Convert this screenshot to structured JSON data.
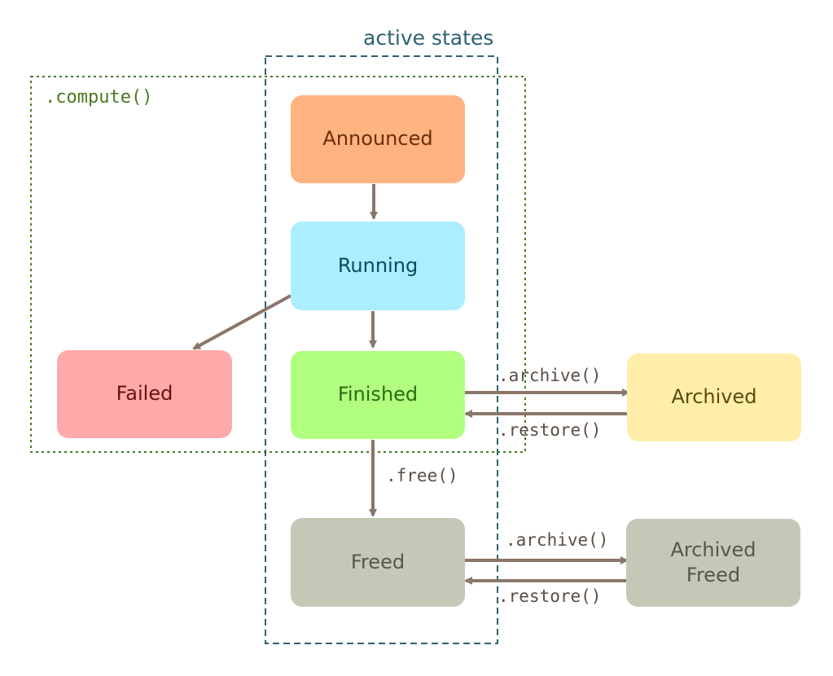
{
  "regions": {
    "active_states": {
      "label": "active states",
      "color": "#2e6272"
    },
    "compute": {
      "label": ".compute()",
      "color": "#4a7a1e"
    }
  },
  "nodes": {
    "announced": {
      "label": "Announced",
      "fill": "#ffb380",
      "text": "#6b2e0a"
    },
    "running": {
      "label": "Running",
      "fill": "#aaeeff",
      "text": "#0b4a5c"
    },
    "failed": {
      "label": "Failed",
      "fill": "#ffaaaa",
      "text": "#6b1010"
    },
    "finished": {
      "label": "Finished",
      "fill": "#b0ff7f",
      "text": "#2e6b12"
    },
    "archived": {
      "label": "Archived",
      "fill": "#ffeeaa",
      "text": "#5c4a0a"
    },
    "freed": {
      "label": "Freed",
      "fill": "#c4c8b7",
      "text": "#55574c"
    },
    "archived_freed": {
      "label": "Archived\nFreed",
      "fill": "#c4c8b7",
      "text": "#55574c"
    }
  },
  "edge_labels": {
    "finished_archive": ".archive()",
    "finished_restore": ".restore()",
    "free": ".free()",
    "freed_archive": ".archive()",
    "freed_restore": ".restore()"
  },
  "colors": {
    "arrow": "#8a766a"
  }
}
